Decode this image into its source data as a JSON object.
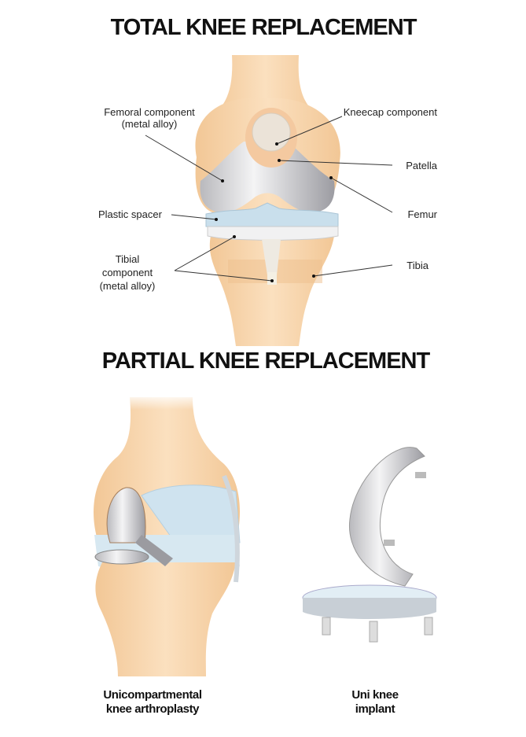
{
  "titles": {
    "total": "TOTAL KNEE REPLACEMENT",
    "partial": "PARTIAL KNEE REPLACEMENT"
  },
  "labels": {
    "femoral_component": [
      "Femoral component",
      "(metal alloy)"
    ],
    "kneecap_component": "Kneecap component",
    "patella": "Patella",
    "femur": "Femur",
    "plastic_spacer": "Plastic spacer",
    "tibial_component": [
      "Tibial",
      "component",
      "(metal alloy)"
    ],
    "tibia": "Tibia"
  },
  "captions": {
    "unicompartmental": [
      "Unicompartmental",
      "knee arthroplasty"
    ],
    "uni_knee_implant": [
      "Uni knee",
      "implant"
    ]
  },
  "colors": {
    "bone": "#f6d2a6",
    "metal": "#d9d9db",
    "spacer": "#c9dfec"
  }
}
